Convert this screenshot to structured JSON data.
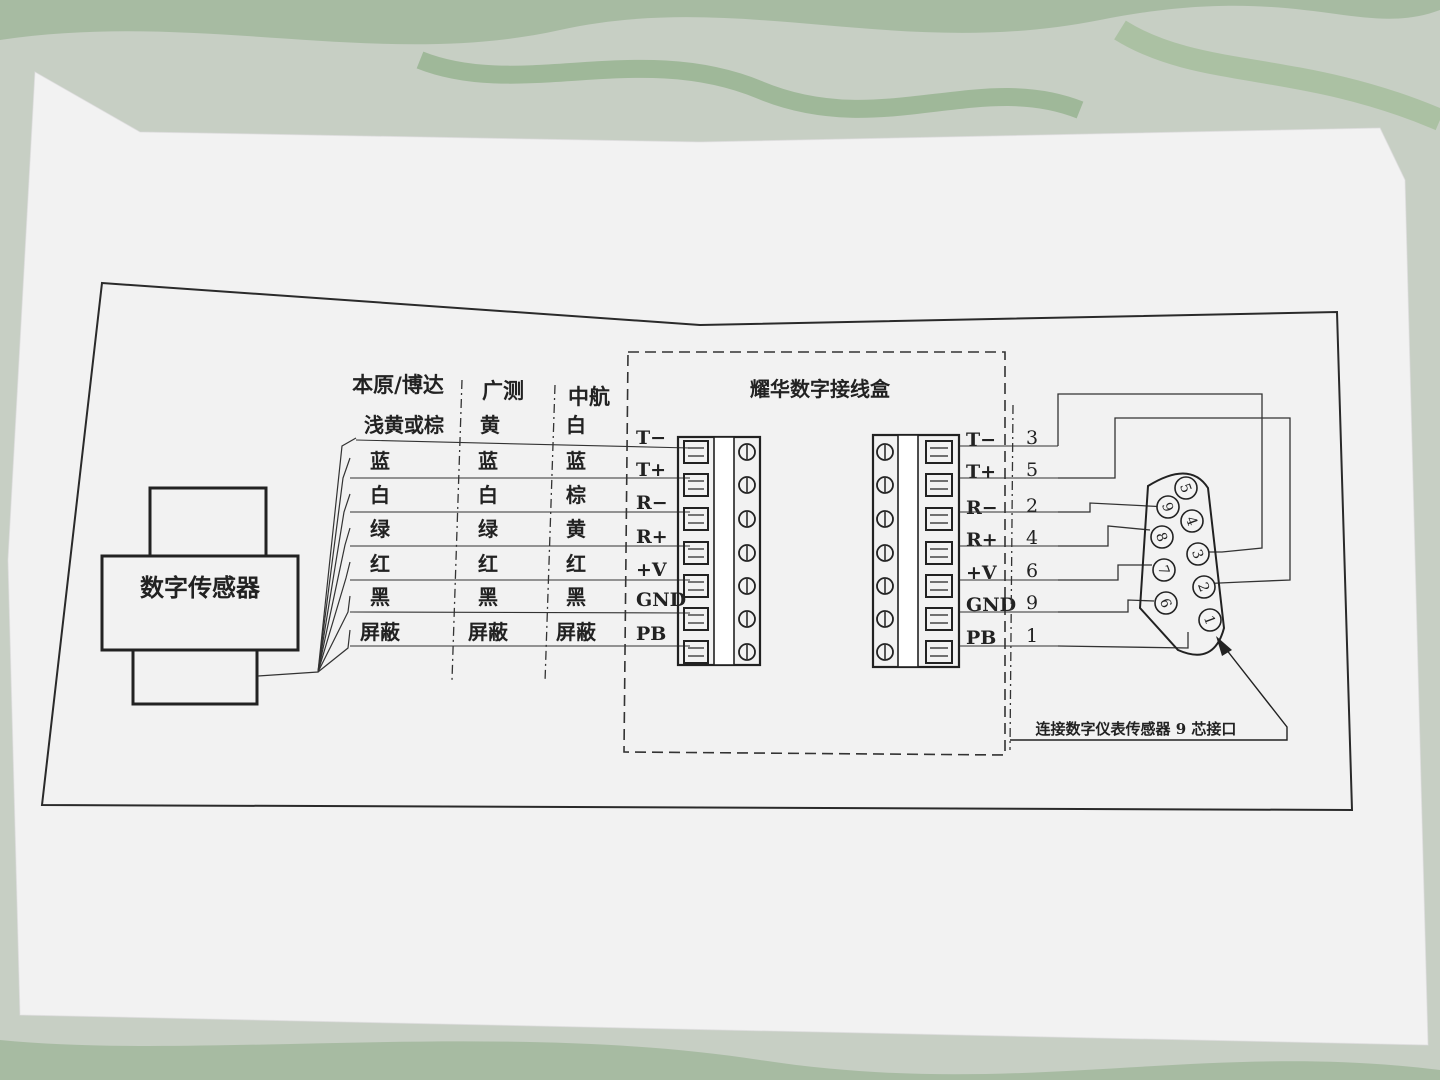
{
  "diagram": {
    "sensor_label": "数字传感器",
    "junction_box_title": "耀华数字接线盒",
    "connector_caption": "连接数字仪表传感器 9 芯接口",
    "brands": [
      {
        "header": "本原/博达",
        "colors": [
          "浅黄或棕",
          "蓝",
          "白",
          "绿",
          "红",
          "黑",
          "屏蔽"
        ]
      },
      {
        "header": "广测",
        "colors": [
          "黄",
          "蓝",
          "白",
          "绿",
          "红",
          "黑",
          "屏蔽"
        ]
      },
      {
        "header": "中航",
        "colors": [
          "白",
          "蓝",
          "棕",
          "黄",
          "红",
          "黑",
          "屏蔽"
        ]
      }
    ],
    "signals": [
      "T−",
      "T+",
      "R−",
      "R+",
      "+V",
      "GND",
      "PB"
    ],
    "output_signals": [
      "T−",
      "T+",
      "R−",
      "R+",
      "+V",
      "GND",
      "PB"
    ],
    "output_pins": [
      "3",
      "5",
      "2",
      "4",
      "6",
      "9",
      "1"
    ],
    "db9_pins": [
      "5",
      "4",
      "3",
      "2",
      "1",
      "9",
      "8",
      "7",
      "6"
    ]
  }
}
